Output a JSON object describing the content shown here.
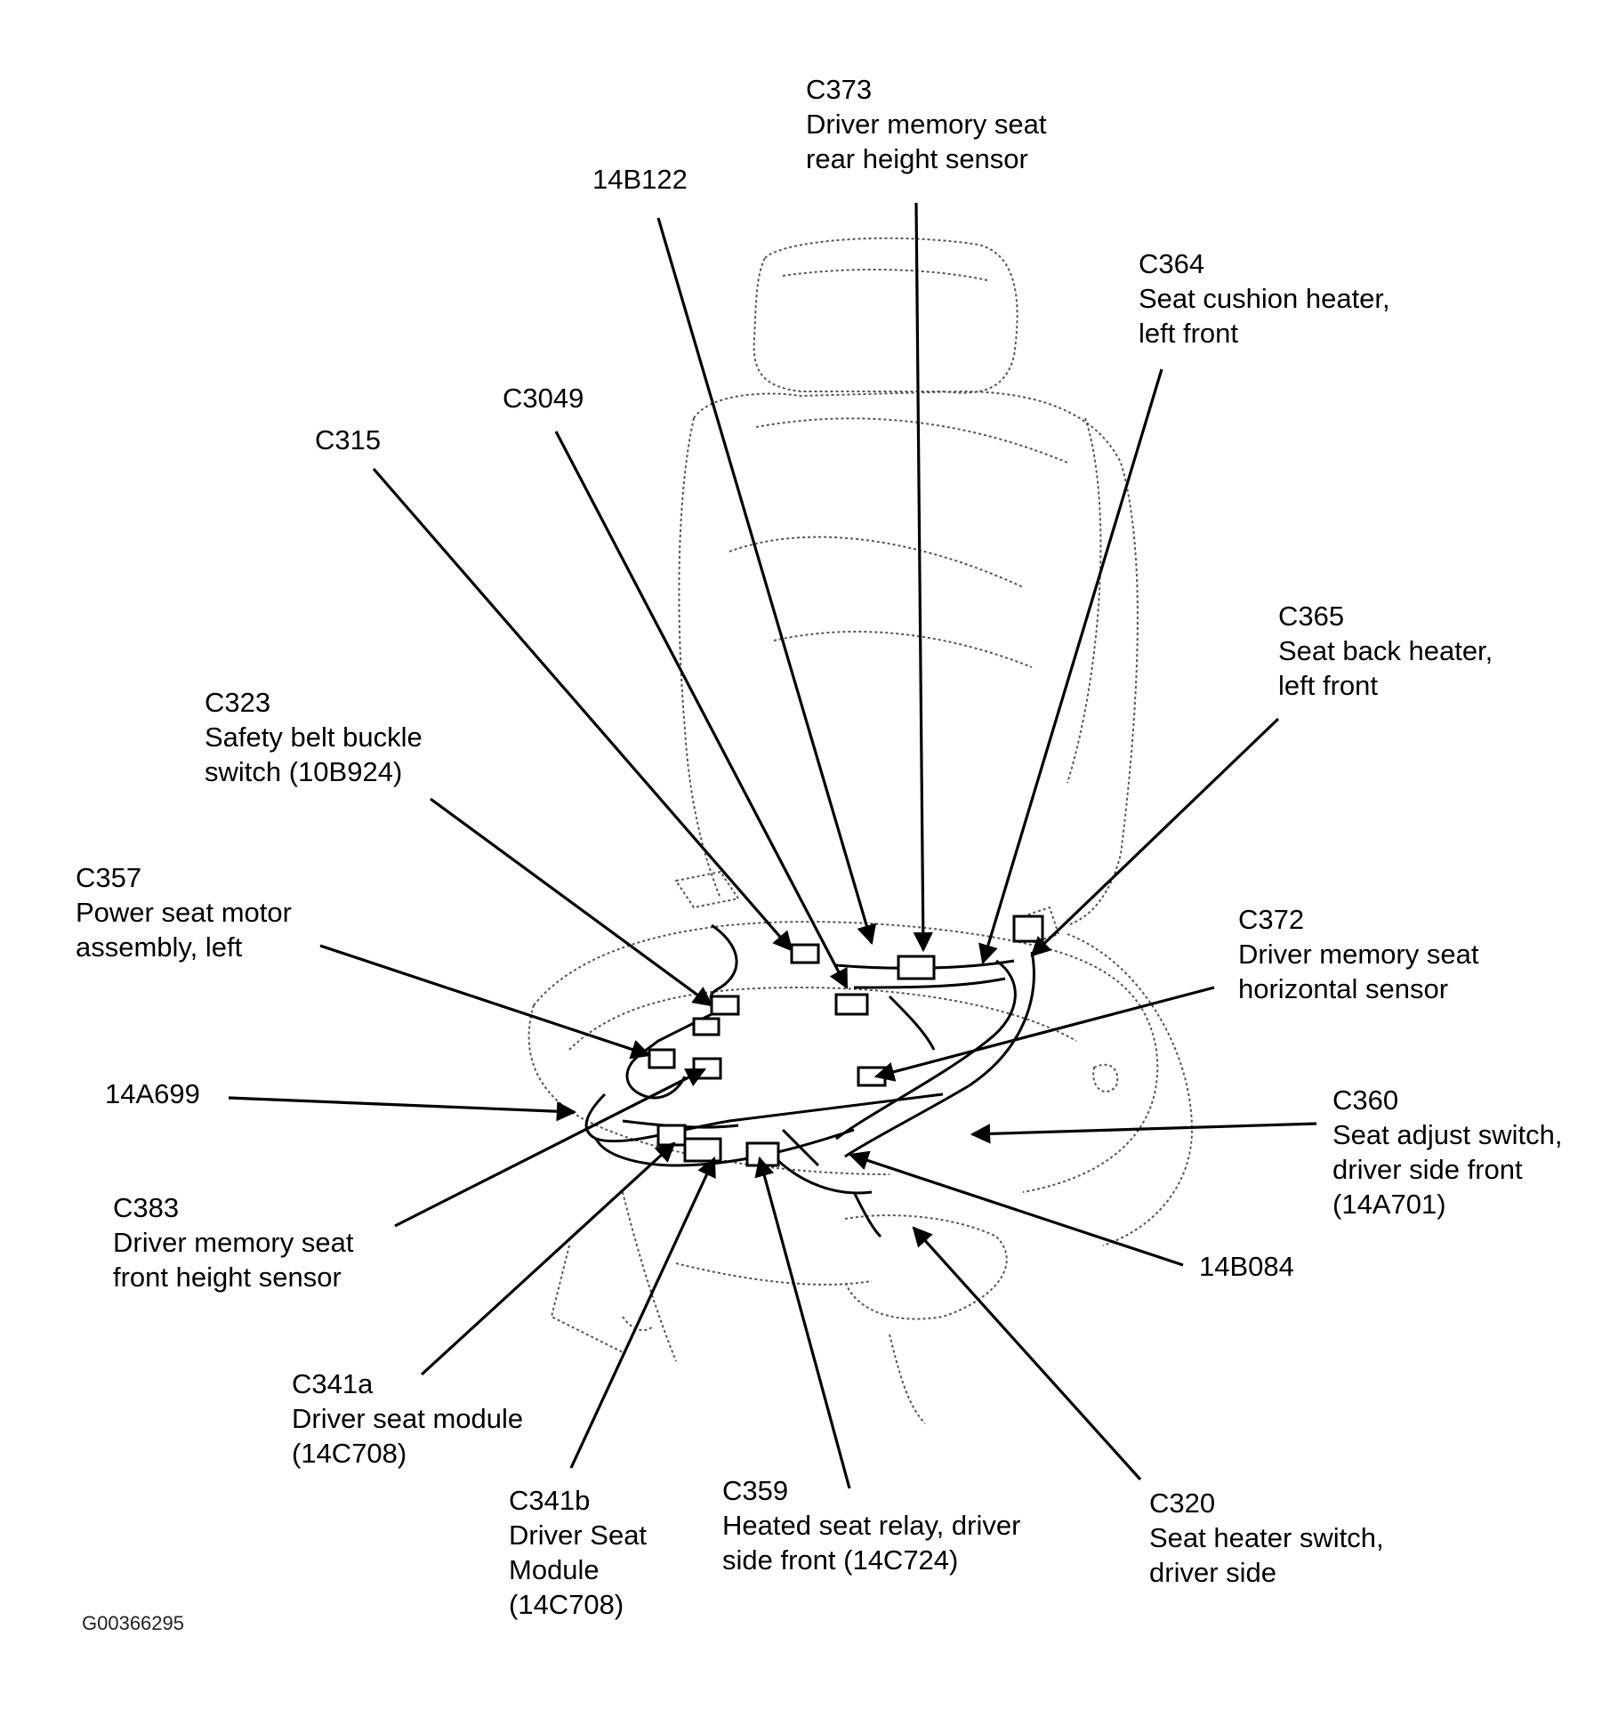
{
  "figure_id": "G00366295",
  "callouts": {
    "c373": {
      "lines": [
        "C373",
        "Driver memory seat",
        "rear height sensor"
      ]
    },
    "b122": {
      "lines": [
        "14B122"
      ]
    },
    "c364": {
      "lines": [
        "C364",
        "Seat cushion heater,",
        "left front"
      ]
    },
    "c3049": {
      "lines": [
        "C3049"
      ]
    },
    "c315": {
      "lines": [
        "C315"
      ]
    },
    "c365": {
      "lines": [
        "C365",
        "Seat back heater,",
        "left front"
      ]
    },
    "c323": {
      "lines": [
        "C323",
        "Safety belt buckle",
        "switch (10B924)"
      ]
    },
    "c357": {
      "lines": [
        "C357",
        "Power seat motor",
        "assembly, left"
      ]
    },
    "c372": {
      "lines": [
        "C372",
        "Driver memory seat",
        "horizontal sensor"
      ]
    },
    "a699": {
      "lines": [
        "14A699"
      ]
    },
    "c360": {
      "lines": [
        "C360",
        "Seat adjust switch,",
        "driver side front",
        "(14A701)"
      ]
    },
    "c383": {
      "lines": [
        "C383",
        "Driver memory seat",
        "front height sensor"
      ]
    },
    "b084": {
      "lines": [
        "14B084"
      ]
    },
    "c341a": {
      "lines": [
        "C341a",
        "Driver seat module",
        "(14C708)"
      ]
    },
    "c341b": {
      "lines": [
        "C341b",
        "Driver Seat",
        "Module",
        "(14C708)"
      ]
    },
    "c359": {
      "lines": [
        "C359",
        "Heated seat relay, driver",
        "side front (14C724)"
      ]
    },
    "c320": {
      "lines": [
        "C320",
        "Seat heater switch,",
        "driver side"
      ]
    }
  }
}
